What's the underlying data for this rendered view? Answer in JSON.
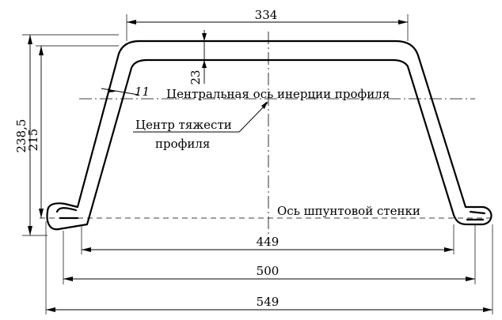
{
  "dimensions": {
    "top_width": "334",
    "inner_width": "449",
    "pitch_width": "500",
    "overall_width": "549",
    "overall_height": "238,5",
    "profile_height": "215",
    "flange_offset": "23",
    "thickness": "11"
  },
  "annotations": {
    "central_axis": "Центральная ось инерции профиля",
    "centroid_line1": "Центр тяжести",
    "centroid_line2": "профиля",
    "wall_axis": "Ось шпунтовой стенки"
  }
}
